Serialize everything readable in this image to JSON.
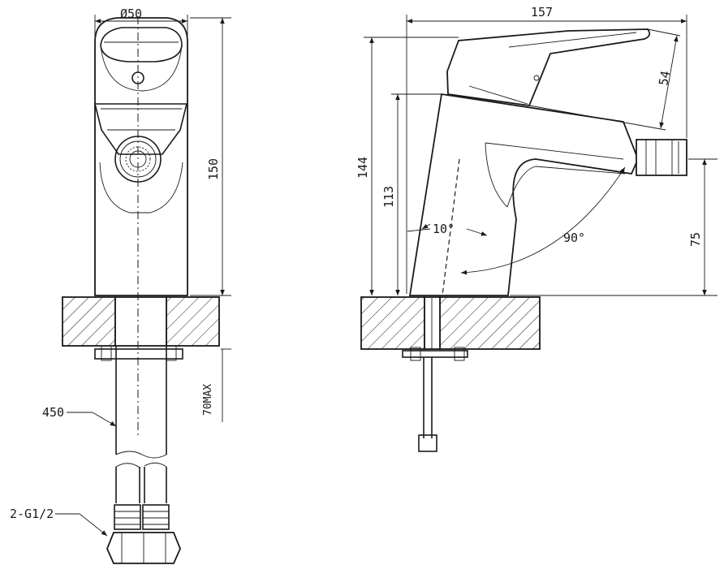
{
  "colors": {
    "ink": "#1a1a1a",
    "background": "#ffffff"
  },
  "dimensions": {
    "diameter": "Ø50",
    "height_front": "150",
    "tail_length": "450",
    "thread": "2-G1/2",
    "max_thickness": "70MAX",
    "length": "157",
    "height_total": "144",
    "height_body": "113",
    "lever": "54",
    "outlet_height": "75",
    "tilt_angle": "10°",
    "swivel_angle": "90°"
  }
}
